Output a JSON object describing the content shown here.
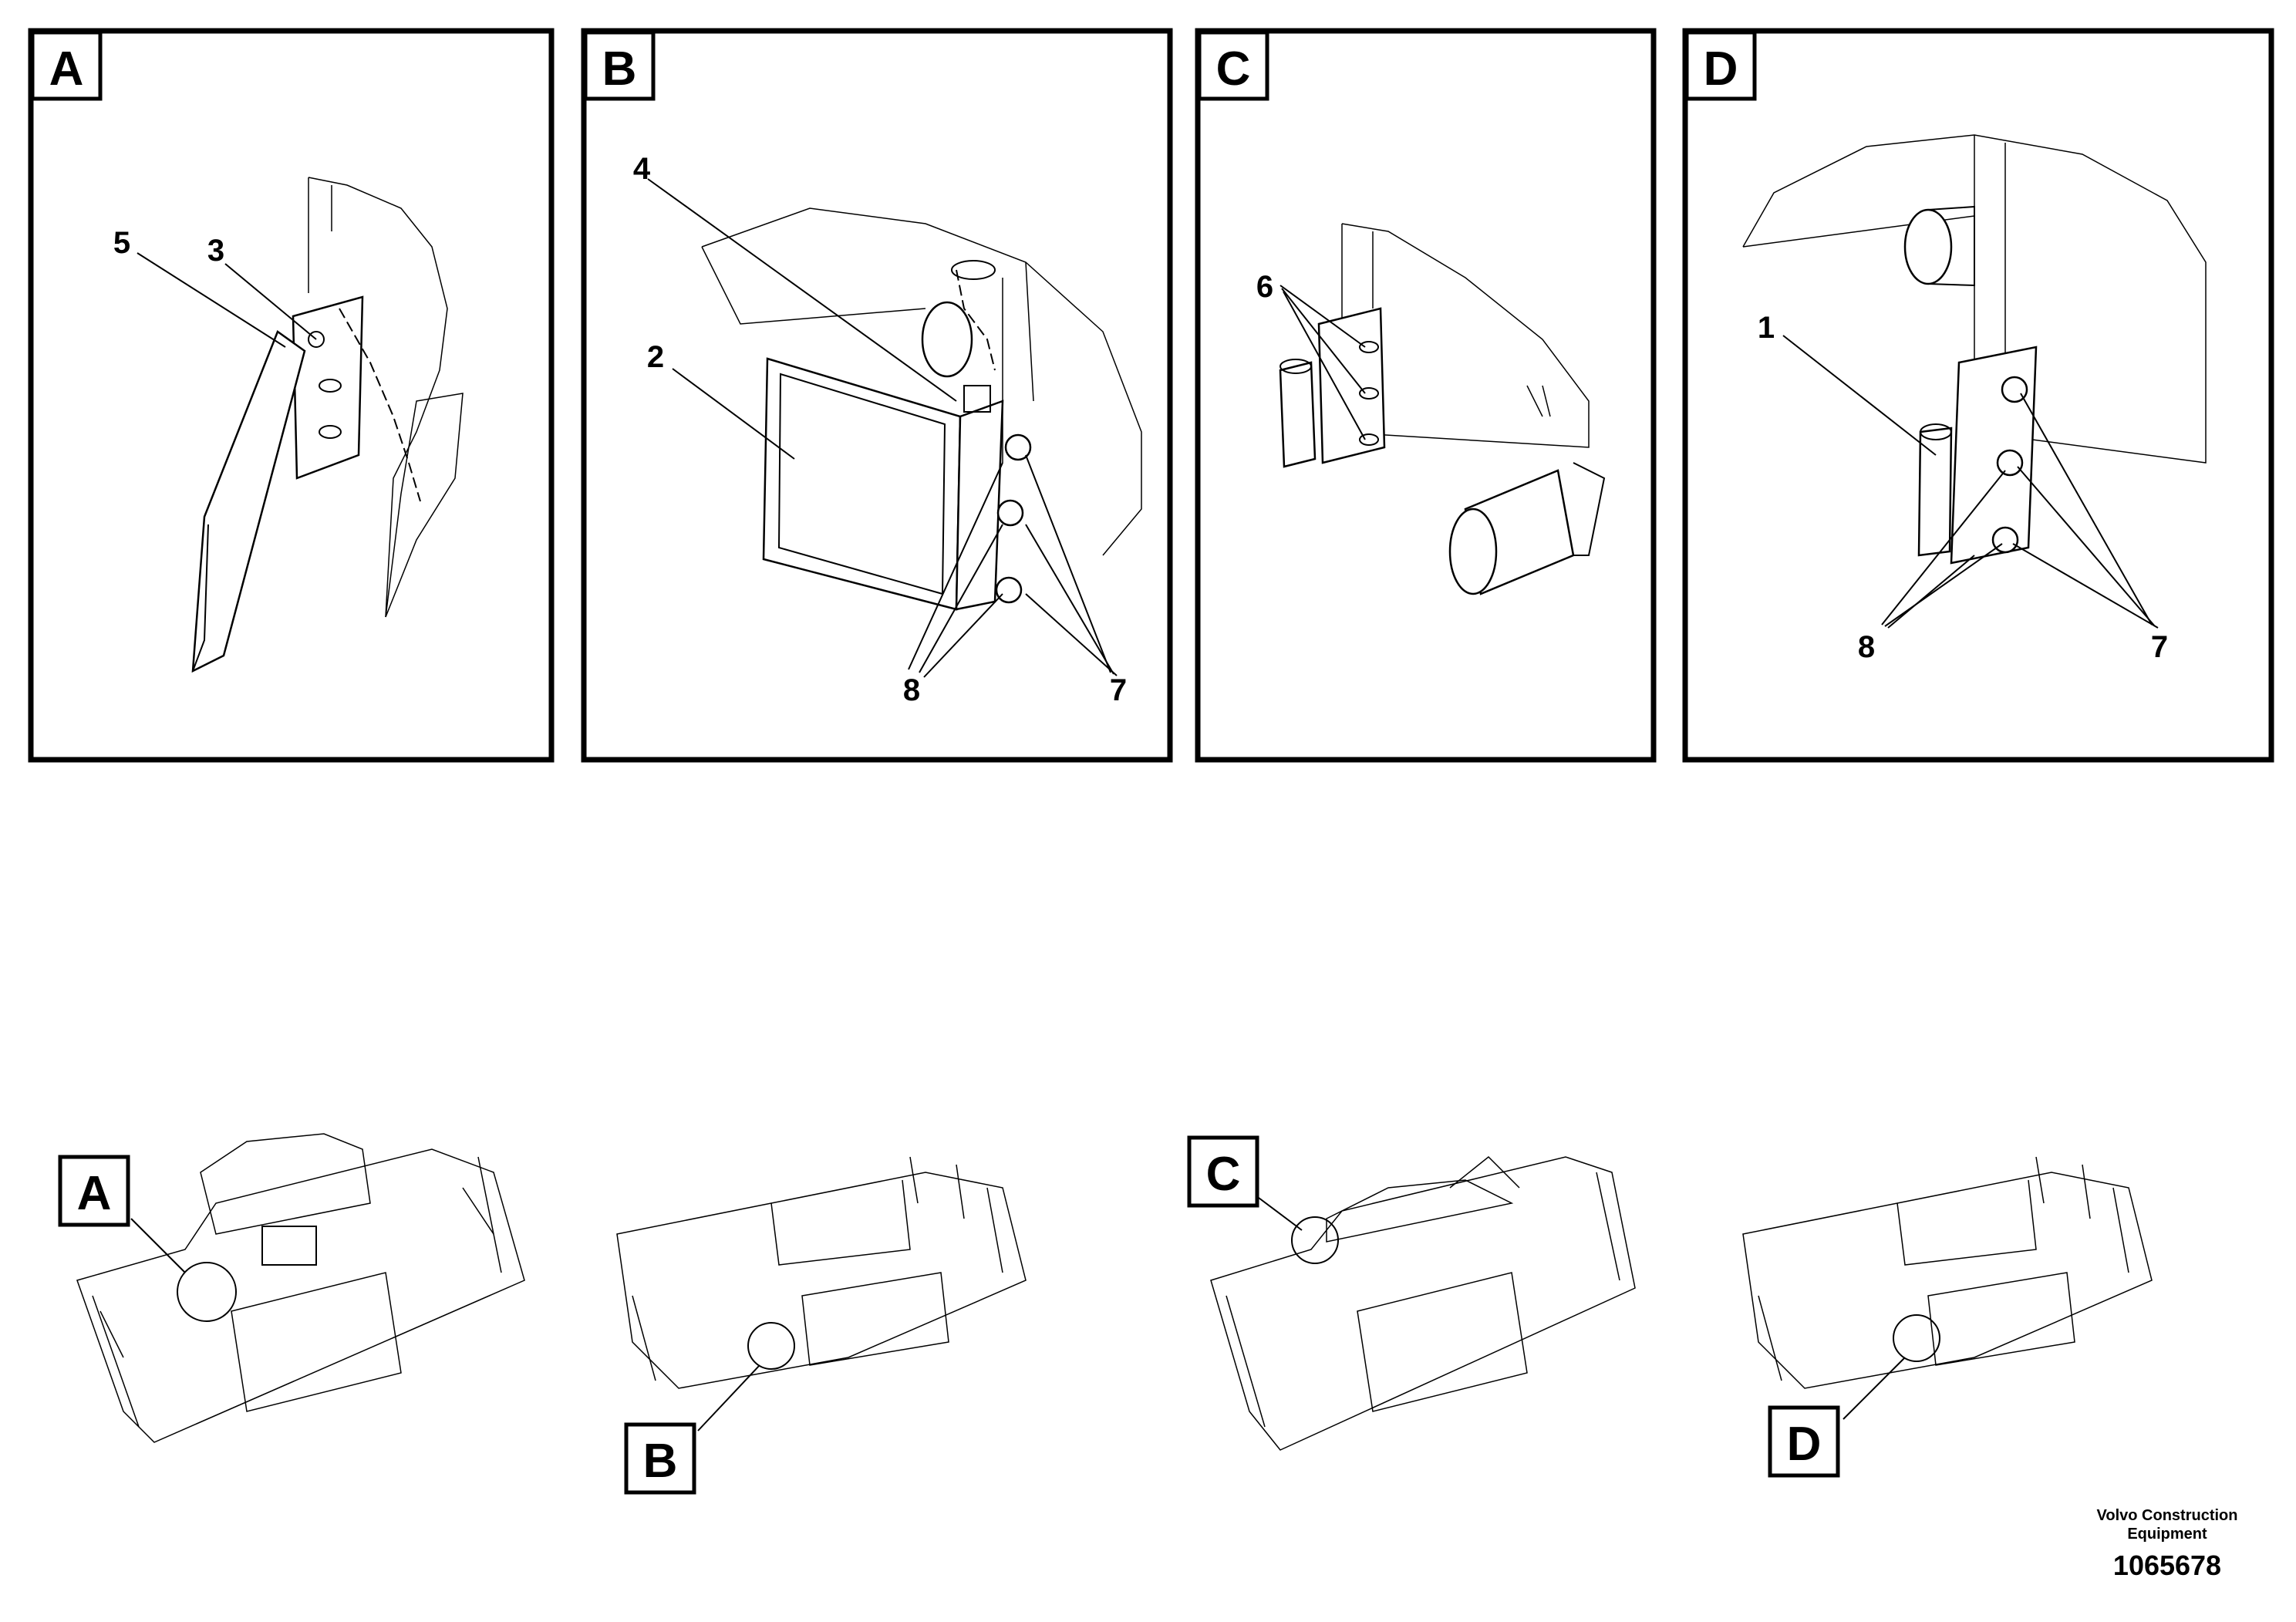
{
  "panels": [
    {
      "letter": "A",
      "callouts": [
        "5",
        "3"
      ]
    },
    {
      "letter": "B",
      "callouts": [
        "4",
        "2",
        "8",
        "7"
      ]
    },
    {
      "letter": "C",
      "callouts": [
        "6"
      ]
    },
    {
      "letter": "D",
      "callouts": [
        "1",
        "8",
        "7"
      ]
    }
  ],
  "overview_badges": [
    "A",
    "B",
    "C",
    "D"
  ],
  "footer": {
    "brand_line1": "Volvo Construction",
    "brand_line2": "Equipment",
    "code": "1065678"
  }
}
